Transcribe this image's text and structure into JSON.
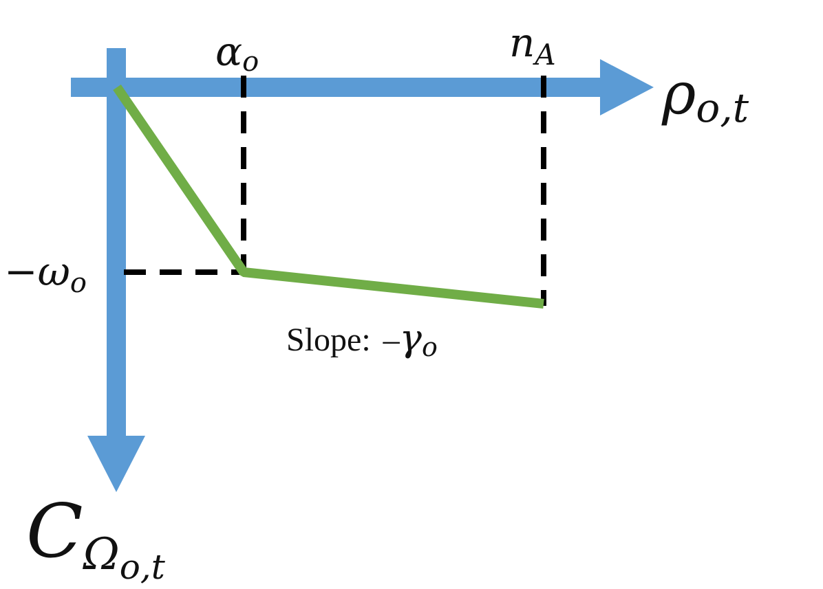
{
  "colors": {
    "axis": "#5b9bd5",
    "curve": "#70ad47",
    "guide": "#000000",
    "text": "#111111"
  },
  "labels": {
    "x_axis_main": "ρ",
    "x_axis_sub": "o,t",
    "y_axis_main": "C",
    "y_axis_sub_main": "Ω",
    "y_axis_sub_sub": "o,t",
    "alpha_main": "α",
    "alpha_sub": "o",
    "nA_main": "n",
    "nA_sub": "A",
    "omega_minus": "−",
    "omega_main": "ω",
    "omega_sub": "o",
    "slope_prefix": "Slope:",
    "slope_minus": "–",
    "slope_main": "γ",
    "slope_sub": "o"
  }
}
